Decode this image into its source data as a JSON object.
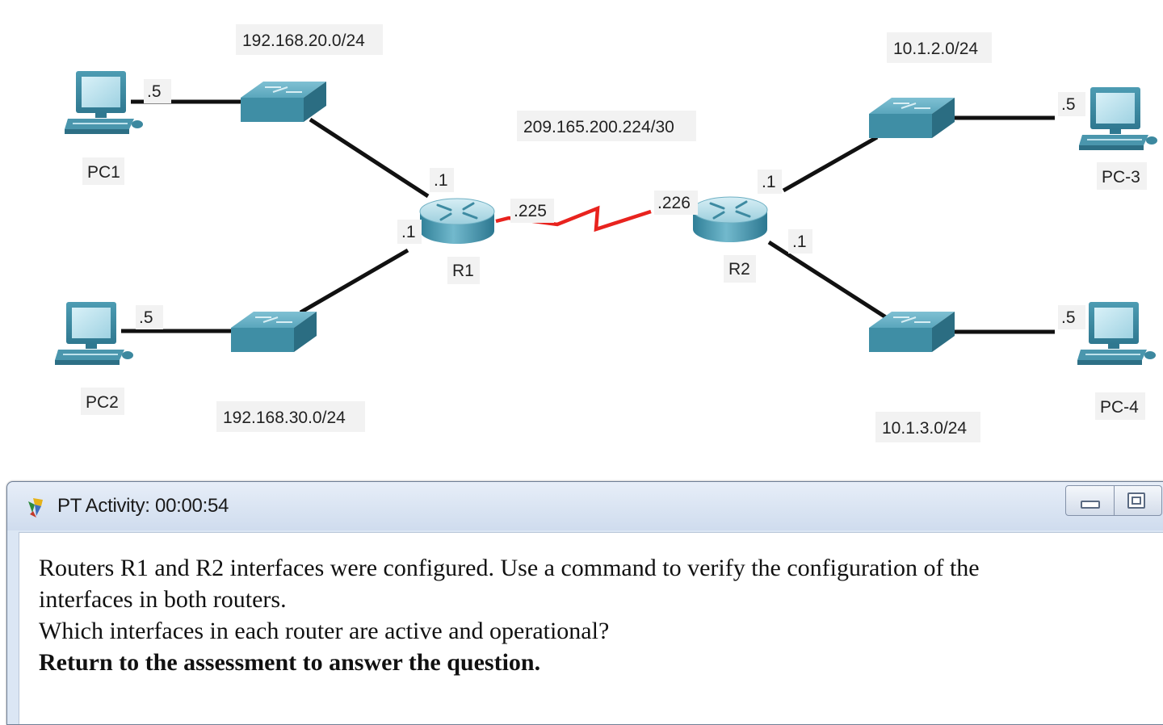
{
  "topology": {
    "networks": {
      "lan_r1_top": "192.168.20.0/24",
      "lan_r1_bottom": "192.168.30.0/24",
      "wan": "209.165.200.224/30",
      "lan_r2_top": "10.1.2.0/24",
      "lan_r2_bottom": "10.1.3.0/24"
    },
    "hosts": {
      "pc1": "PC1",
      "pc2": "PC2",
      "pc3": "PC-3",
      "pc4": "PC-4"
    },
    "routers": {
      "r1": "R1",
      "r2": "R2"
    },
    "addresses": {
      "pc1": ".5",
      "pc2": ".5",
      "pc3": ".5",
      "pc4": ".5",
      "r1_top": ".1",
      "r1_bottom": ".1",
      "r1_wan": ".225",
      "r2_wan": ".226",
      "r2_top": ".1",
      "r2_bottom": ".1"
    },
    "colors": {
      "ethernet_link": "#111111",
      "serial_link": "#e8231e",
      "device_teal": "#4a93a8"
    }
  },
  "activity": {
    "title": "PT Activity: 00:00:54",
    "icons": [
      "packet-tracer-icon",
      "minimize-icon",
      "maximize-icon"
    ],
    "lines": [
      "Routers R1 and R2 interfaces were configured. Use a command to verify the configuration of the",
      "interfaces in both routers.",
      "Which interfaces in each router are active and operational?"
    ],
    "bold_line": "Return to the assessment to answer the question."
  }
}
